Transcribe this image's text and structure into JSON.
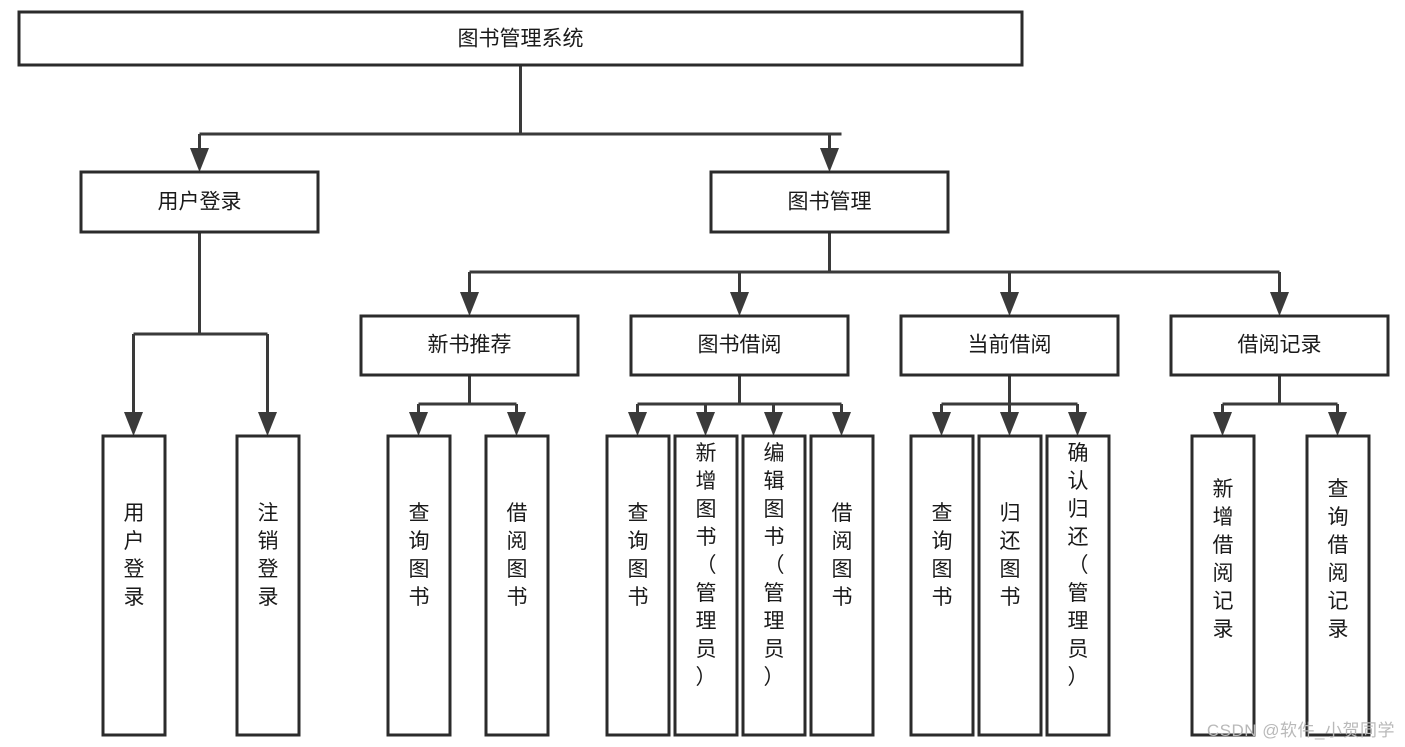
{
  "diagram": {
    "title": "图书管理系统",
    "type": "tree",
    "watermark": "CSDN @软件_小贺同学",
    "colors": {
      "box_stroke": "#2b2b2b",
      "connector": "#3a3a3a",
      "background": "#ffffff",
      "text": "#1a1a1a",
      "watermark": "#b9b9b9"
    },
    "levels": {
      "root": {
        "label": "图书管理系统"
      },
      "level2": [
        {
          "label": "用户登录"
        },
        {
          "label": "图书管理"
        }
      ],
      "level3": [
        {
          "label": "新书推荐"
        },
        {
          "label": "图书借阅"
        },
        {
          "label": "当前借阅"
        },
        {
          "label": "借阅记录"
        }
      ],
      "leaves_user_login": [
        {
          "label": "用户登录"
        },
        {
          "label": "注销登录"
        }
      ],
      "leaves_new_books": [
        {
          "label": "查询图书"
        },
        {
          "label": "借阅图书"
        }
      ],
      "leaves_borrow": [
        {
          "label": "查询图书"
        },
        {
          "label": "新增图书（管理员）"
        },
        {
          "label": "编辑图书（管理员）"
        },
        {
          "label": "借阅图书"
        }
      ],
      "leaves_current": [
        {
          "label": "查询图书"
        },
        {
          "label": "归还图书"
        },
        {
          "label": "确认归还（管理员）"
        }
      ],
      "leaves_records": [
        {
          "label": "新增借阅记录"
        },
        {
          "label": "查询借阅记录"
        }
      ]
    }
  }
}
